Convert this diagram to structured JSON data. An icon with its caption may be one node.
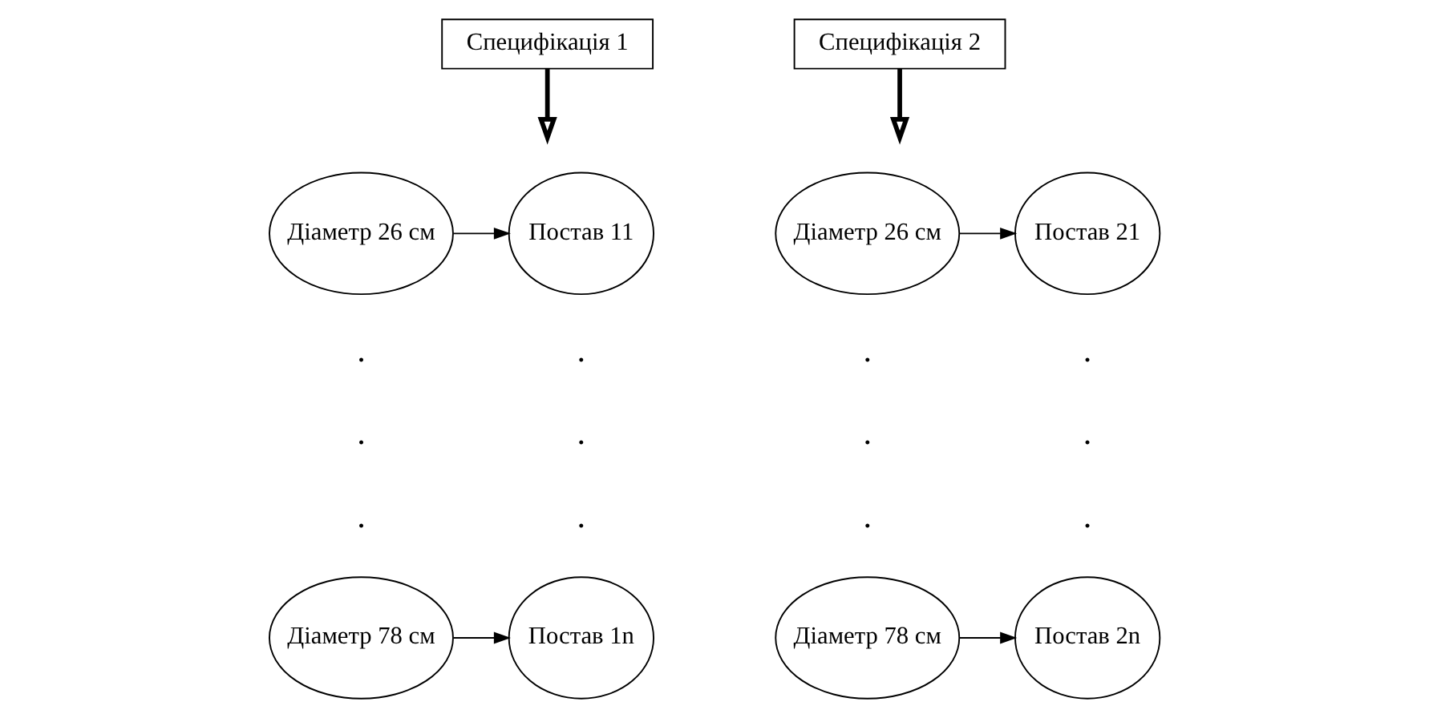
{
  "diagram": {
    "nodes": [
      {
        "text": [
          "Специфікація 1"
        ]
      },
      {
        "text": [
          "Діаметр 26 см"
        ]
      },
      {
        "text": [
          "Постав 11"
        ]
      },
      {
        "text": [
          "Діаметр 78 см"
        ]
      },
      {
        "text": [
          "Постав 1n"
        ]
      },
      {
        "text": [
          "Специфікація 2"
        ]
      },
      {
        "text": [
          "Діаметр 26 см"
        ]
      },
      {
        "text": [
          "Постав 21"
        ]
      },
      {
        "text": [
          "Діаметр 78 см"
        ]
      },
      {
        "text": [
          "Постав 2n"
        ]
      }
    ],
    "edges": [
      {
        "from": 0,
        "to": null,
        "arrow": "to",
        "style": "thick"
      },
      {
        "from": 1,
        "to": 2,
        "arrow": "to"
      },
      {
        "from": 3,
        "to": 4,
        "arrow": "to"
      },
      {
        "from": 5,
        "to": null,
        "arrow": "to",
        "style": "thick"
      },
      {
        "from": 6,
        "to": 7,
        "arrow": "to"
      },
      {
        "from": 8,
        "to": 9,
        "arrow": "to"
      }
    ],
    "labels": [
      ".",
      ".",
      ".",
      ".",
      ".",
      ".",
      ".",
      ".",
      ".",
      ".",
      ".",
      "."
    ]
  }
}
